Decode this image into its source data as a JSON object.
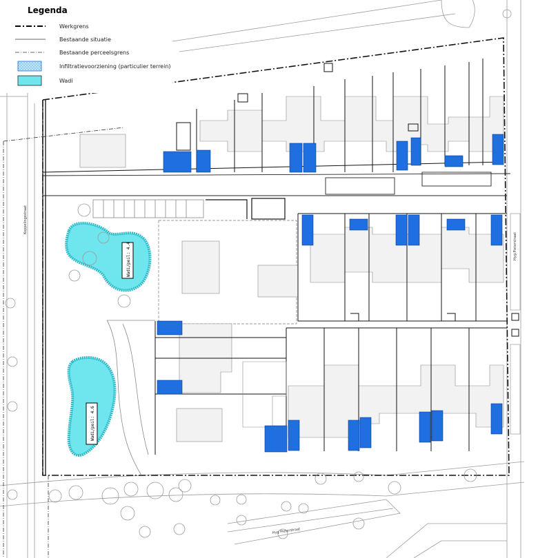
{
  "legend": {
    "title": "Legenda",
    "items": [
      {
        "label": "Werkgrens",
        "symbol": "dash-dot-thick-line"
      },
      {
        "label": "Bestaande situatie",
        "symbol": "thin-line"
      },
      {
        "label": "Bestaande perceelsgrens",
        "symbol": "dash-dot-thin-line"
      },
      {
        "label": "Infiltratievoorziening (particulier terrein)",
        "symbol": "hatched-blue-box"
      },
      {
        "label": "Wadi",
        "symbol": "cyan-box"
      }
    ]
  },
  "streets": {
    "west": "Koppelingsstraat",
    "east": "Hyg.Pieterstraat",
    "south": "Hyg Pieterstraat"
  },
  "wadis": {
    "north_label": "Wadi/peil: 4.4",
    "south_label": "Wadi/peil: 4.6"
  },
  "colors": {
    "infiltration": "#1f6fe0",
    "wadi_fill": "#6fe6ee",
    "wadi_edge": "#2fb9c9",
    "building_fill": "#f2f2f2",
    "line": "#222222",
    "tree": "#9a9a9a"
  }
}
